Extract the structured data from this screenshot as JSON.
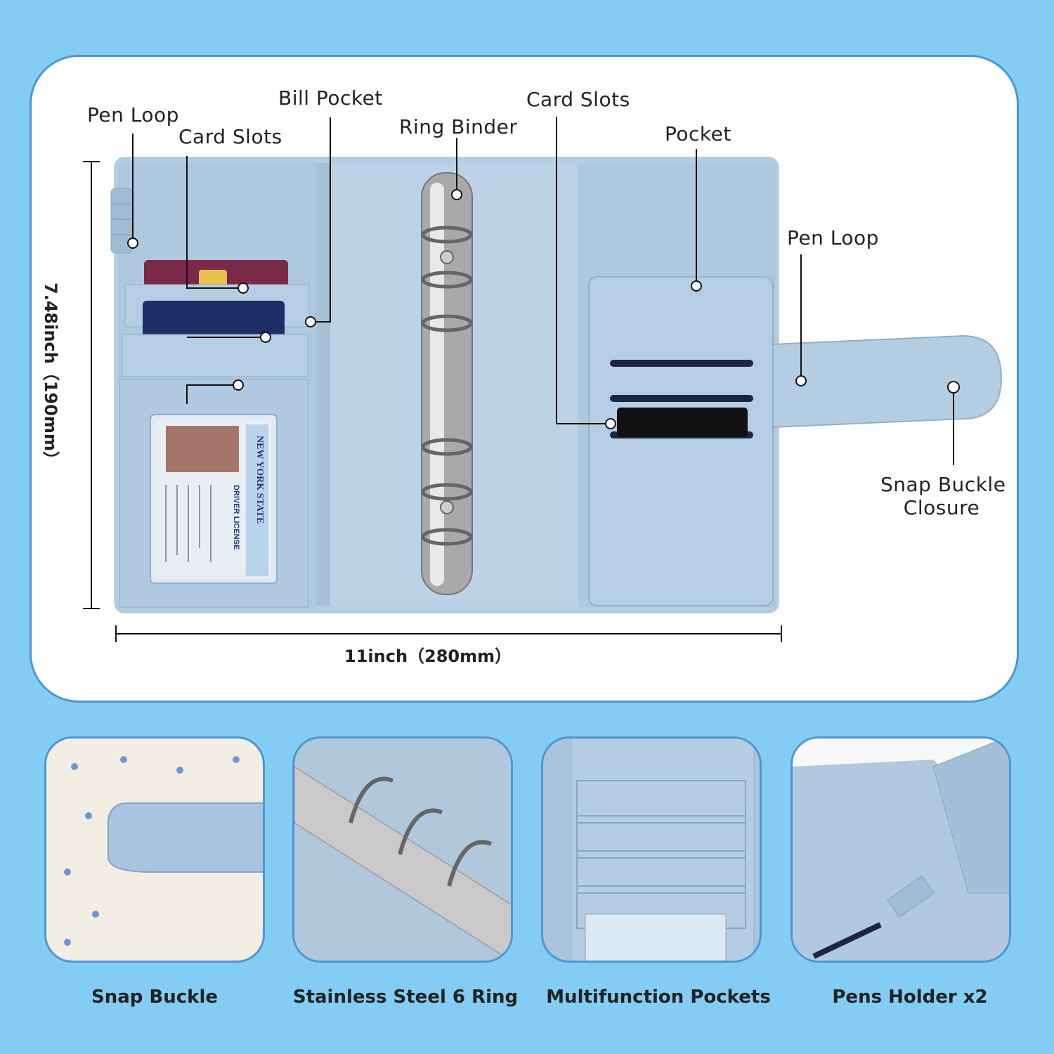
{
  "labels": {
    "pen_loop_left": "Pen Loop",
    "card_slots_left": "Card Slots",
    "bill_pocket": "Bill Pocket",
    "ring_binder": "Ring Binder",
    "card_slots_right": "Card Slots",
    "pocket": "Pocket",
    "pen_loop_right": "Pen Loop",
    "snap_buckle_closure_line1": "Snap Buckle",
    "snap_buckle_closure_line2": "Closure"
  },
  "dimensions": {
    "width": "11inch（280mm）",
    "height": "7.48inch（190mm）"
  },
  "features": [
    {
      "caption": "Snap Buckle"
    },
    {
      "caption": "Stainless Steel 6 Ring"
    },
    {
      "caption": "Multifunction Pockets"
    },
    {
      "caption": "Pens Holder x2"
    }
  ],
  "id_card": {
    "state": "NEW YORK STATE",
    "type": "DRIVER LICENSE"
  },
  "colors": {
    "background": "#83cdf4",
    "panel_border": "#4d97d3",
    "binder_blue": "#b3cde3"
  }
}
